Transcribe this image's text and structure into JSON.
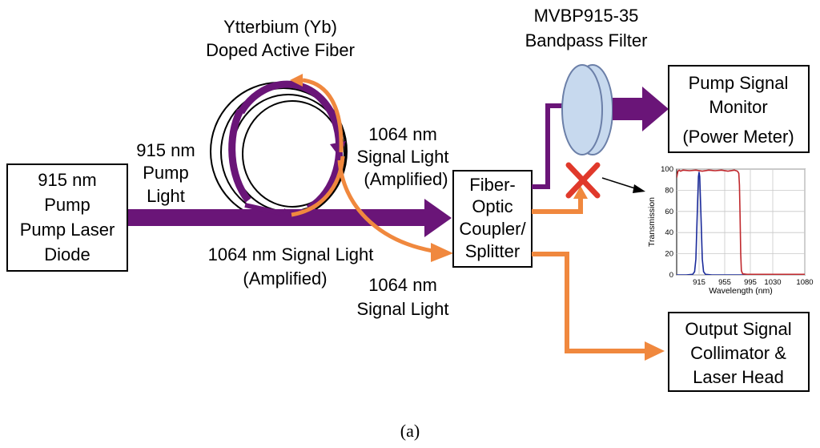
{
  "colors": {
    "pump": "#6a1578",
    "signal": "#f0883e",
    "filter_fill": "#c7d9ee",
    "filter_stroke": "#6b7fa8",
    "cross": "#e0392b",
    "blue_curve": "#1a2a9a",
    "red_curve": "#c0282d"
  },
  "boxes": {
    "pump_diode": [
      "915 nm",
      "Pump",
      "Pump Laser",
      "Diode"
    ],
    "coupler": [
      "Fiber-",
      "Optic",
      "Coupler/",
      "Splitter"
    ],
    "monitor": [
      "Pump Signal",
      "Monitor",
      "(Power Meter)"
    ],
    "output": [
      "Output Signal",
      "Collimator &",
      "Laser Head"
    ]
  },
  "labels": {
    "fiber": [
      "Ytterbium (Yb)",
      "Doped Active Fiber"
    ],
    "filter": [
      "MVBP915-35",
      "Bandpass Filter"
    ],
    "pump_light": [
      "915 nm",
      "Pump",
      "Light"
    ],
    "signal_amp_top": [
      "1064 nm",
      "Signal Light",
      "(Amplified)"
    ],
    "signal_amp_bottom": [
      "1064 nm Signal Light",
      "(Amplified)"
    ],
    "signal_light": [
      "1064 nm",
      "Signal Light"
    ]
  },
  "icons": {
    "blocked": "red-x-icon"
  },
  "chart_data": {
    "type": "line",
    "xlabel": "Wavelength (nm)",
    "ylabel": "Transmission",
    "xlim": [
      880,
      1080
    ],
    "ylim": [
      0,
      100
    ],
    "x_ticks": [
      915,
      955,
      995,
      1030,
      1080
    ],
    "y_ticks": [
      0,
      20,
      40,
      60,
      80,
      100
    ],
    "grid": true,
    "series": [
      {
        "color": "#1a2a9a",
        "x": [
          880,
          895,
          905,
          908,
          910,
          912,
          914,
          915,
          916,
          918,
          920,
          922,
          925,
          935,
          960,
          1080
        ],
        "y": [
          0,
          0,
          0.5,
          3,
          15,
          55,
          93,
          97,
          93,
          55,
          15,
          3,
          0.5,
          0,
          0,
          0
        ]
      },
      {
        "color": "#c0282d",
        "x": [
          880,
          882,
          884,
          886,
          890,
          900,
          910,
          920,
          930,
          940,
          950,
          960,
          970,
          975,
          977,
          978,
          979,
          980,
          981,
          983,
          990,
          1000,
          1080
        ],
        "y": [
          92,
          98,
          99,
          98,
          99,
          98.5,
          99,
          98,
          99,
          98.5,
          99,
          98,
          99,
          98,
          96,
          85,
          55,
          20,
          4,
          1,
          0.5,
          0.5,
          0.5
        ]
      }
    ]
  },
  "caption": "(a)"
}
